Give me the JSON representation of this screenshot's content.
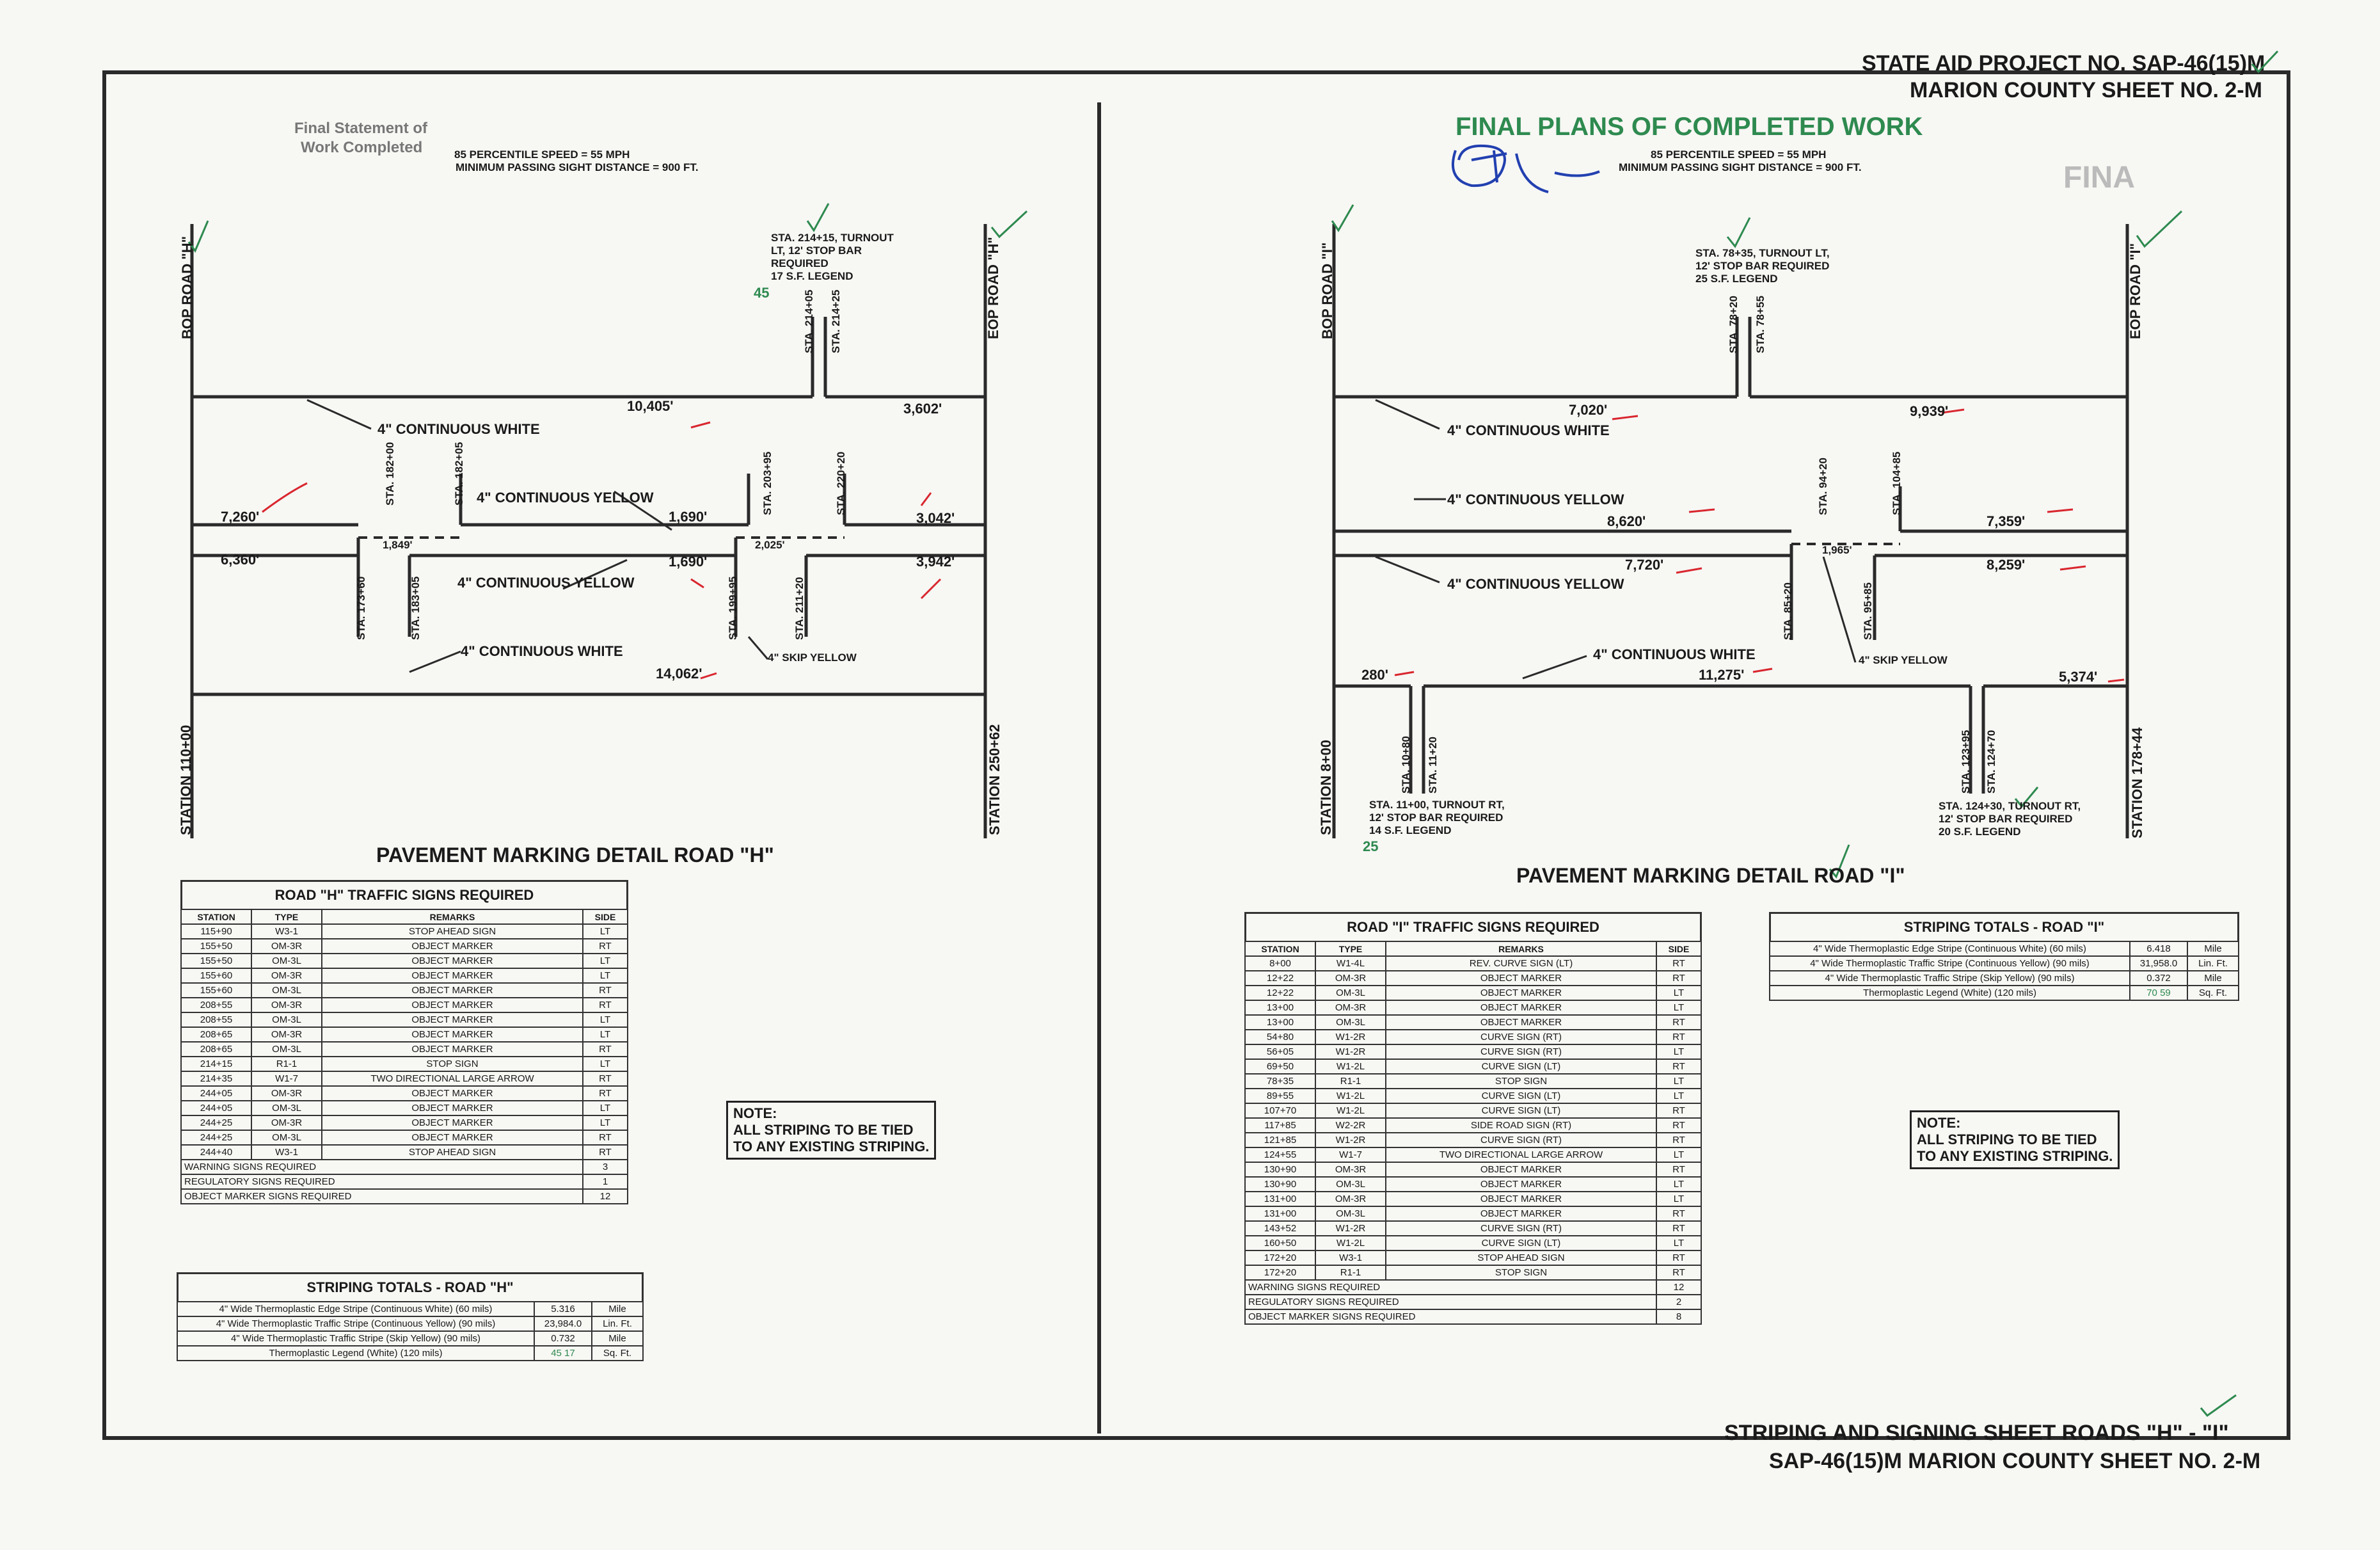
{
  "header": {
    "project": "STATE AID PROJECT NO. SAP-46(15)M",
    "county_sheet": "MARION COUNTY  SHEET NO. 2-M",
    "stamp_left": [
      "Final Statement of",
      "Work Completed"
    ],
    "stamp_right": "FINAL PLANS OF COMPLETED WORK",
    "faint_mark": "FINA"
  },
  "footer": {
    "title": "STRIPING AND SIGNING SHEET  ROADS \"H\" - \"I\"",
    "sheet": "SAP-46(15)M  MARION COUNTY  SHEET NO. 2-M"
  },
  "road_h": {
    "speed": "85 PERCENTILE SPEED = 55 MPH",
    "sight": "MINIMUM PASSING SIGHT DISTANCE = 900 FT.",
    "bop": "BOP ROAD \"H\"",
    "eop": "EOP ROAD \"H\"",
    "station_start": "STATION 110+00",
    "station_end": "STATION 250+62",
    "turnout_note": [
      "STA. 214+15, TURNOUT",
      "LT, 12' STOP BAR",
      "REQUIRED",
      "17 S.F. LEGEND"
    ],
    "turnout_note_hand": "45",
    "labels": {
      "cont_white": "4\" CONTINUOUS WHITE",
      "cont_yellow": "4\" CONTINUOUS YELLOW",
      "skip_yellow": "4\" SKIP YELLOW"
    },
    "dims": {
      "d1": "10,405'",
      "d2": "3,602'",
      "d3": "7,260'",
      "d4": "1,690'",
      "d5": "3,042'",
      "d6": "6,360'",
      "d7": "1,690'",
      "d8": "3,942'",
      "d9": "14,062'",
      "d10": "1,849'",
      "d11": "2,025'"
    },
    "stations": {
      "s1": "STA. 214+05",
      "s2": "STA. 214+25",
      "s3": "STA. 182+00",
      "s4": "STA. 182+05",
      "s5": "STA. 203+95",
      "s6": "STA. 220+20",
      "s7": "STA. 173+60",
      "s8": "STA. 183+05",
      "s9": "STA. 199+95",
      "s10": "STA. 211+20"
    },
    "detail_title": "PAVEMENT MARKING DETAIL ROAD \"H\"",
    "note": [
      "NOTE:",
      "ALL STRIPING TO  BE TIED",
      "TO ANY EXISTING STRIPING."
    ],
    "signs": {
      "title": "ROAD \"H\" TRAFFIC SIGNS REQUIRED",
      "headers": [
        "STATION",
        "TYPE",
        "REMARKS",
        "SIDE"
      ],
      "rows": [
        [
          "115+90",
          "W3-1",
          "STOP AHEAD SIGN",
          "LT"
        ],
        [
          "155+50",
          "OM-3R",
          "OBJECT MARKER",
          "RT"
        ],
        [
          "155+50",
          "OM-3L",
          "OBJECT MARKER",
          "LT"
        ],
        [
          "155+60",
          "OM-3R",
          "OBJECT MARKER",
          "LT"
        ],
        [
          "155+60",
          "OM-3L",
          "OBJECT MARKER",
          "RT"
        ],
        [
          "208+55",
          "OM-3R",
          "OBJECT MARKER",
          "RT"
        ],
        [
          "208+55",
          "OM-3L",
          "OBJECT MARKER",
          "LT"
        ],
        [
          "208+65",
          "OM-3R",
          "OBJECT MARKER",
          "LT"
        ],
        [
          "208+65",
          "OM-3L",
          "OBJECT MARKER",
          "RT"
        ],
        [
          "214+15",
          "R1-1",
          "STOP SIGN",
          "LT"
        ],
        [
          "214+35",
          "W1-7",
          "TWO DIRECTIONAL LARGE ARROW",
          "RT"
        ],
        [
          "244+05",
          "OM-3R",
          "OBJECT MARKER",
          "RT"
        ],
        [
          "244+05",
          "OM-3L",
          "OBJECT MARKER",
          "LT"
        ],
        [
          "244+25",
          "OM-3R",
          "OBJECT MARKER",
          "LT"
        ],
        [
          "244+25",
          "OM-3L",
          "OBJECT MARKER",
          "RT"
        ],
        [
          "244+40",
          "W3-1",
          "STOP AHEAD SIGN",
          "RT"
        ]
      ],
      "summary": [
        [
          "WARNING SIGNS REQUIRED",
          "3"
        ],
        [
          "REGULATORY SIGNS REQUIRED",
          "1"
        ],
        [
          "OBJECT MARKER SIGNS REQUIRED",
          "12"
        ]
      ]
    },
    "striping": {
      "title": "STRIPING TOTALS - ROAD \"H\"",
      "rows": [
        [
          "4\" Wide Thermoplastic Edge Stripe (Continuous White) (60 mils)",
          "5.316",
          "Mile"
        ],
        [
          "4\" Wide Thermoplastic Traffic Stripe (Continuous Yellow) (90 mils)",
          "23,984.0",
          "Lin. Ft."
        ],
        [
          "4\" Wide Thermoplastic Traffic Stripe (Skip Yellow) (90 mils)",
          "0.732",
          "Mile"
        ],
        [
          "Thermoplastic Legend (White) (120 mils)",
          "45 17",
          "Sq. Ft."
        ]
      ]
    }
  },
  "road_i": {
    "speed": "85 PERCENTILE SPEED = 55 MPH",
    "sight": "MINIMUM PASSING SIGHT DISTANCE = 900 FT.",
    "bop": "BOP ROAD \"I\"",
    "eop": "EOP ROAD \"I\"",
    "station_start": "STATION 8+00",
    "station_end": "STATION 178+44",
    "turnout_top": [
      "STA. 78+35, TURNOUT LT,",
      "12' STOP BAR REQUIRED",
      "25 S.F. LEGEND"
    ],
    "turnout_bl": [
      "STA. 11+00, TURNOUT RT,",
      "12' STOP BAR REQUIRED",
      "14 S.F. LEGEND"
    ],
    "turnout_bl_hand": "25",
    "turnout_br": [
      "STA. 124+30, TURNOUT RT,",
      "12' STOP BAR REQUIRED",
      "20 S.F. LEGEND"
    ],
    "labels": {
      "cont_white": "4\" CONTINUOUS WHITE",
      "cont_yellow": "4\" CONTINUOUS YELLOW",
      "skip_yellow": "4\" SKIP YELLOW"
    },
    "dims": {
      "d1": "7,020'",
      "d2": "9,939'",
      "d3": "8,620'",
      "d4": "7,359'",
      "d5": "7,720'",
      "d6": "8,259'",
      "d7": "280'",
      "d8": "11,275'",
      "d9": "5,374'",
      "d10": "1,965'"
    },
    "stations": {
      "s1": "STA. 78+20",
      "s2": "STA. 78+55",
      "s3": "STA. 94+20",
      "s4": "STA. 104+85",
      "s5": "STA. 85+20",
      "s6": "STA. 95+85",
      "s7": "STA. 10+80",
      "s8": "STA. 11+20",
      "s9": "STA. 123+95",
      "s10": "STA. 124+70"
    },
    "detail_title": "PAVEMENT MARKING DETAIL ROAD \"I\"",
    "note": [
      "NOTE:",
      "ALL STRIPING TO  BE TIED",
      "TO ANY EXISTING STRIPING."
    ],
    "signs": {
      "title": "ROAD \"I\" TRAFFIC SIGNS REQUIRED",
      "headers": [
        "STATION",
        "TYPE",
        "REMARKS",
        "SIDE"
      ],
      "rows": [
        [
          "8+00",
          "W1-4L",
          "REV. CURVE SIGN (LT)",
          "RT"
        ],
        [
          "12+22",
          "OM-3R",
          "OBJECT MARKER",
          "RT"
        ],
        [
          "12+22",
          "OM-3L",
          "OBJECT MARKER",
          "LT"
        ],
        [
          "13+00",
          "OM-3R",
          "OBJECT MARKER",
          "LT"
        ],
        [
          "13+00",
          "OM-3L",
          "OBJECT MARKER",
          "RT"
        ],
        [
          "54+80",
          "W1-2R",
          "CURVE SIGN (RT)",
          "RT"
        ],
        [
          "56+05",
          "W1-2R",
          "CURVE SIGN (RT)",
          "LT"
        ],
        [
          "69+50",
          "W1-2L",
          "CURVE SIGN (LT)",
          "RT"
        ],
        [
          "78+35",
          "R1-1",
          "STOP SIGN",
          "LT"
        ],
        [
          "89+55",
          "W1-2L",
          "CURVE SIGN (LT)",
          "LT"
        ],
        [
          "107+70",
          "W1-2L",
          "CURVE SIGN (LT)",
          "RT"
        ],
        [
          "117+85",
          "W2-2R",
          "SIDE ROAD SIGN (RT)",
          "RT"
        ],
        [
          "121+85",
          "W1-2R",
          "CURVE SIGN (RT)",
          "RT"
        ],
        [
          "124+55",
          "W1-7",
          "TWO DIRECTIONAL LARGE ARROW",
          "LT"
        ],
        [
          "130+90",
          "OM-3R",
          "OBJECT MARKER",
          "RT"
        ],
        [
          "130+90",
          "OM-3L",
          "OBJECT MARKER",
          "LT"
        ],
        [
          "131+00",
          "OM-3R",
          "OBJECT MARKER",
          "LT"
        ],
        [
          "131+00",
          "OM-3L",
          "OBJECT MARKER",
          "RT"
        ],
        [
          "143+52",
          "W1-2R",
          "CURVE SIGN (RT)",
          "RT"
        ],
        [
          "160+50",
          "W1-2L",
          "CURVE SIGN (LT)",
          "LT"
        ],
        [
          "172+20",
          "W3-1",
          "STOP AHEAD SIGN",
          "RT"
        ],
        [
          "172+20",
          "R1-1",
          "STOP SIGN",
          "RT"
        ]
      ],
      "summary": [
        [
          "WARNING SIGNS REQUIRED",
          "12"
        ],
        [
          "REGULATORY SIGNS REQUIRED",
          "2"
        ],
        [
          "OBJECT MARKER SIGNS REQUIRED",
          "8"
        ]
      ]
    },
    "striping": {
      "title": "STRIPING TOTALS - ROAD \"I\"",
      "rows": [
        [
          "4\" Wide Thermoplastic Edge Stripe (Continuous White) (60 mils)",
          "6.418",
          "Mile"
        ],
        [
          "4\" Wide Thermoplastic Traffic Stripe (Continuous Yellow) (90 mils)",
          "31,958.0",
          "Lin. Ft."
        ],
        [
          "4\" Wide Thermoplastic Traffic Stripe (Skip Yellow) (90 mils)",
          "0.372",
          "Mile"
        ],
        [
          "Thermoplastic Legend (White) (120 mils)",
          "70 59",
          "Sq. Ft."
        ]
      ]
    }
  }
}
